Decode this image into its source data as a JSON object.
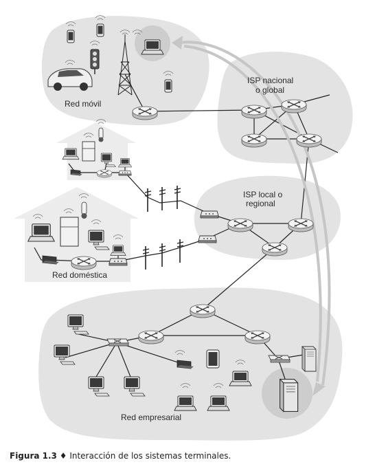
{
  "labels": {
    "mobile_network": "Red móvil",
    "isp_national_line1": "ISP nacional",
    "isp_national_line2": "o global",
    "isp_local_line1": "ISP local o",
    "isp_local_line2": "regional",
    "home_network": "Red doméstica",
    "enterprise_network": "Red empresarial"
  },
  "caption": {
    "figure_number": "Figura 1.3",
    "bullet": "♦",
    "text": "Interacción de los sistemas terminales."
  },
  "colors": {
    "region_fill": "#e3e3e3",
    "house_fill": "#ececec",
    "router_fill": "#f2f2f2",
    "device_dark": "#3a3a3a",
    "arrow": "#c8c8c8",
    "highlight_circle": "#cfcfcf"
  }
}
